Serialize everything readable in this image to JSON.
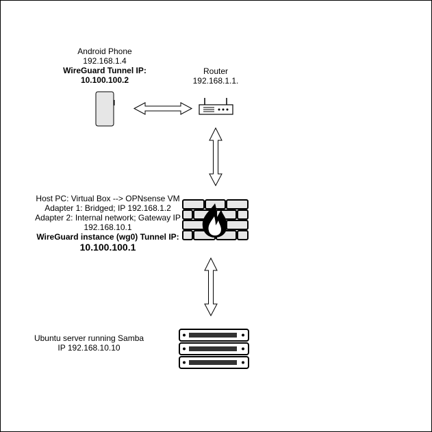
{
  "nodes": {
    "phone": {
      "icon": "smartphone-icon",
      "line1": "Android Phone",
      "line2": "192.168.1.4",
      "line3": "WireGuard Tunnel IP:",
      "line4": "10.100.100.2"
    },
    "router": {
      "icon": "router-icon",
      "line1": "Router",
      "line2": "192.168.1.1."
    },
    "host": {
      "icon": "firewall-icon",
      "line1": "Host PC: Virtual Box --> OPNsense VM",
      "line2": "Adapter 1: Bridged; IP 192.168.1.2",
      "line3": "Adapter 2: Internal network; Gateway IP",
      "line4": "192.168.10.1",
      "line5": "WireGuard instance (wg0) Tunnel IP:",
      "line6": "10.100.100.1"
    },
    "server": {
      "icon": "server-rack-icon",
      "line1": "Ubuntu server running Samba",
      "line2": "IP 192.168.10.10"
    }
  },
  "connectors": [
    {
      "from": "phone",
      "to": "router",
      "style": "double-arrow"
    },
    {
      "from": "router",
      "to": "host",
      "style": "double-arrow"
    },
    {
      "from": "host",
      "to": "server",
      "style": "double-arrow"
    }
  ],
  "colors": {
    "stroke": "#000000",
    "fill_light": "#e6e6e6",
    "fill_dark": "#333333",
    "fill_white": "#ffffff"
  }
}
